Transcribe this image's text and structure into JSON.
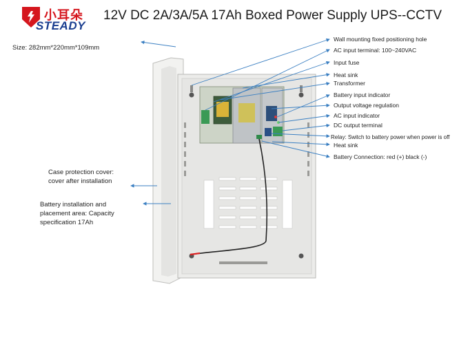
{
  "brand": {
    "name_cn": "小耳朵",
    "name_en": "STEADY",
    "red": "#d5161d",
    "blue": "#1a3d8f"
  },
  "title": "12V DC 2A/3A/5A 17Ah Boxed Power Supply UPS--CCTV",
  "size": "Size: 282mm*220mm*109mm",
  "right_labels": [
    "Wall mounting fixed positioning hole",
    "AC input terminal: 100~240VAC",
    "Input fuse",
    "Heat sink",
    "Transformer",
    "Battery input indicator",
    "Output voltage regulation",
    "AC input indicator",
    "DC output terminal",
    "Relay: Switch to battery power when power is off",
    "Heat sink",
    "Battery Connection: red (+) black (-)"
  ],
  "left_labels": {
    "cover_line1": "Case protection cover:",
    "cover_line2": "cover after installation",
    "battery_line1": "Battery installation and",
    "battery_line2": "placement area: Capacity",
    "battery_line3": "specification 17Ah"
  },
  "colors": {
    "arrow": "#3a7fc2",
    "case": "#e9e9e7",
    "case_edge": "#b9b9b6",
    "board": "#2f6b4a"
  }
}
